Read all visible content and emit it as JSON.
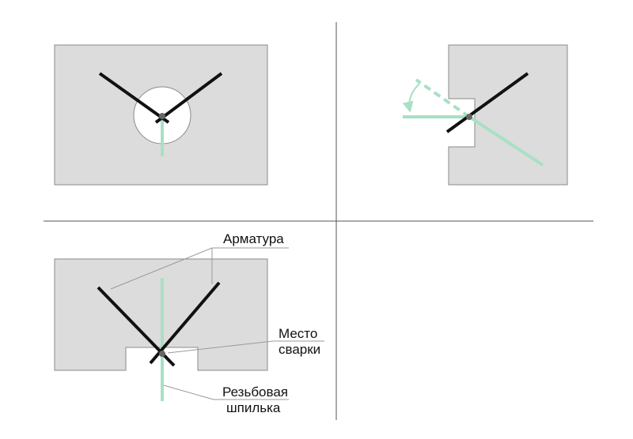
{
  "labels": {
    "armatura": "Арматура",
    "mesto_line1": "Место",
    "mesto_line2": "сварки",
    "shpilka_line1": "Резьбовая",
    "shpilka_line2": "шпилька"
  },
  "colors": {
    "panel_fill": "#dcdcdc",
    "panel_stroke": "#8a8a8a",
    "rebar": "#111111",
    "stud": "#a8e0c4",
    "weld_point": "#666666",
    "divider": "#555555",
    "leader": "#9a9a9a",
    "background": "#ffffff"
  }
}
